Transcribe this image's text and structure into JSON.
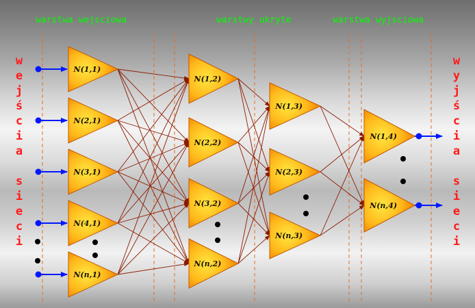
{
  "headers": {
    "input_layer": "warstwa wejsciowa",
    "hidden_layers": "warstwy ukryte",
    "output_layer": "warstwa wyjsciowa"
  },
  "side_labels": {
    "left": [
      "w",
      "e",
      "j",
      "ś",
      "c",
      "i",
      "a",
      "",
      "s",
      "i",
      "e",
      "c",
      "i"
    ],
    "right": [
      "w",
      "y",
      "j",
      "ś",
      "c",
      "i",
      "a",
      "",
      "s",
      "i",
      "e",
      "c",
      "i"
    ]
  },
  "neurons": {
    "layer1": [
      "N(1,1)",
      "N(2,1)",
      "N(3,1)",
      "N(4,1)",
      "N(n,1)"
    ],
    "layer2": [
      "N(1,2)",
      "N(2,2)",
      "N(3,2)",
      "N(n,2)"
    ],
    "layer3": [
      "N(1,3)",
      "N(2,3)",
      "N(n,3)"
    ],
    "layer4": [
      "N(1,4)",
      "N(n,4)"
    ]
  },
  "colors": {
    "header_text": "#00ff00",
    "side_text": "#ff1a1a",
    "connection": "#8b1a00",
    "io_arrow": "#0018ff",
    "neuron_fill_center": "#ffdd33",
    "neuron_fill_edge": "#ff8800",
    "guide_line": "#e07020"
  }
}
